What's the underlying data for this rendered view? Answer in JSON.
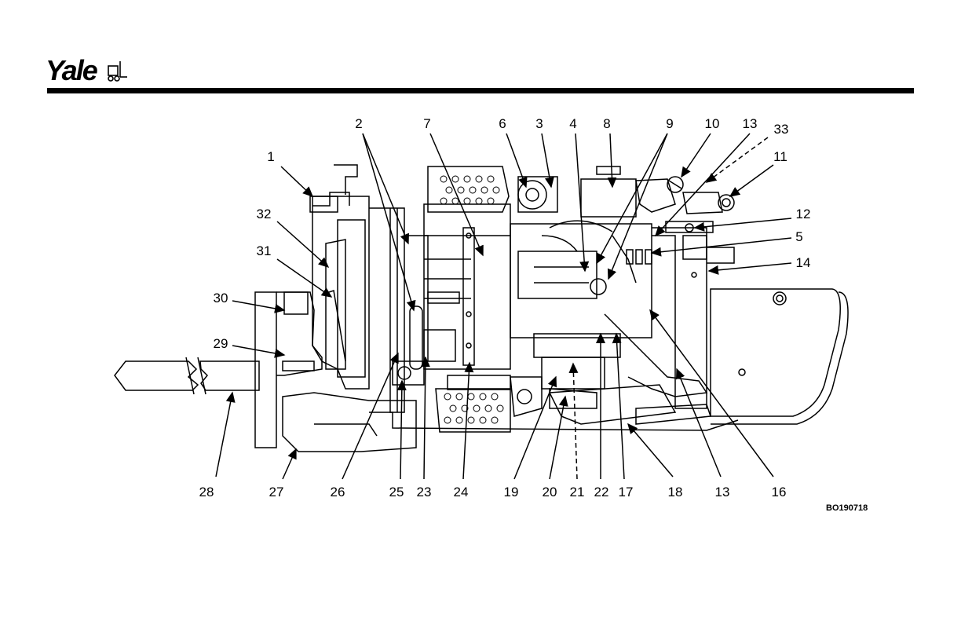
{
  "brand": {
    "logo_text": "Yale"
  },
  "figure_id": "BO190718",
  "callouts": [
    {
      "id": "c1",
      "label": "1"
    },
    {
      "id": "c2",
      "label": "2"
    },
    {
      "id": "c3",
      "label": "3"
    },
    {
      "id": "c4",
      "label": "4"
    },
    {
      "id": "c5",
      "label": "5"
    },
    {
      "id": "c6",
      "label": "6"
    },
    {
      "id": "c7",
      "label": "7"
    },
    {
      "id": "c8",
      "label": "8"
    },
    {
      "id": "c9",
      "label": "9"
    },
    {
      "id": "c10",
      "label": "10"
    },
    {
      "id": "c11",
      "label": "11"
    },
    {
      "id": "c12",
      "label": "12"
    },
    {
      "id": "c13a",
      "label": "13"
    },
    {
      "id": "c13b",
      "label": "13"
    },
    {
      "id": "c14",
      "label": "14"
    },
    {
      "id": "c16",
      "label": "16"
    },
    {
      "id": "c17",
      "label": "17"
    },
    {
      "id": "c18",
      "label": "18"
    },
    {
      "id": "c19",
      "label": "19"
    },
    {
      "id": "c20",
      "label": "20"
    },
    {
      "id": "c21",
      "label": "21"
    },
    {
      "id": "c22",
      "label": "22"
    },
    {
      "id": "c23",
      "label": "23"
    },
    {
      "id": "c24",
      "label": "24"
    },
    {
      "id": "c25",
      "label": "25"
    },
    {
      "id": "c26",
      "label": "26"
    },
    {
      "id": "c27",
      "label": "27"
    },
    {
      "id": "c28",
      "label": "28"
    },
    {
      "id": "c29",
      "label": "29"
    },
    {
      "id": "c30",
      "label": "30"
    },
    {
      "id": "c31",
      "label": "31"
    },
    {
      "id": "c32",
      "label": "32"
    },
    {
      "id": "c33",
      "label": "33"
    }
  ]
}
